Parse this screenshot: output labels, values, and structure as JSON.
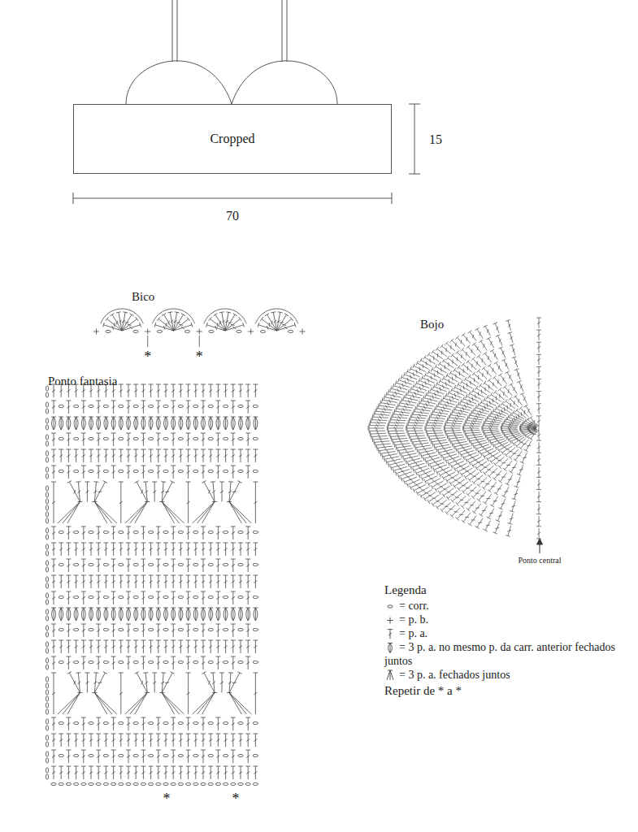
{
  "diagram": {
    "nodes": [
      {
        "text": [
          "Cropped"
        ]
      }
    ],
    "labels": [
      "15",
      "70",
      "Bico",
      "*",
      "*",
      "Ponto fantasia",
      "*",
      "*",
      "Bojo",
      "Ponto central",
      "Legenda",
      "Repetir de * a *"
    ],
    "legend": [
      {
        "text": "= corr."
      },
      {
        "text": "= p. b."
      },
      {
        "text": "= p. a."
      },
      {
        "text": "= 3 p. a. no mesmo p. da carr. anterior fechados juntos"
      },
      {
        "text": "= 3 p. a. fechados juntos"
      }
    ]
  }
}
